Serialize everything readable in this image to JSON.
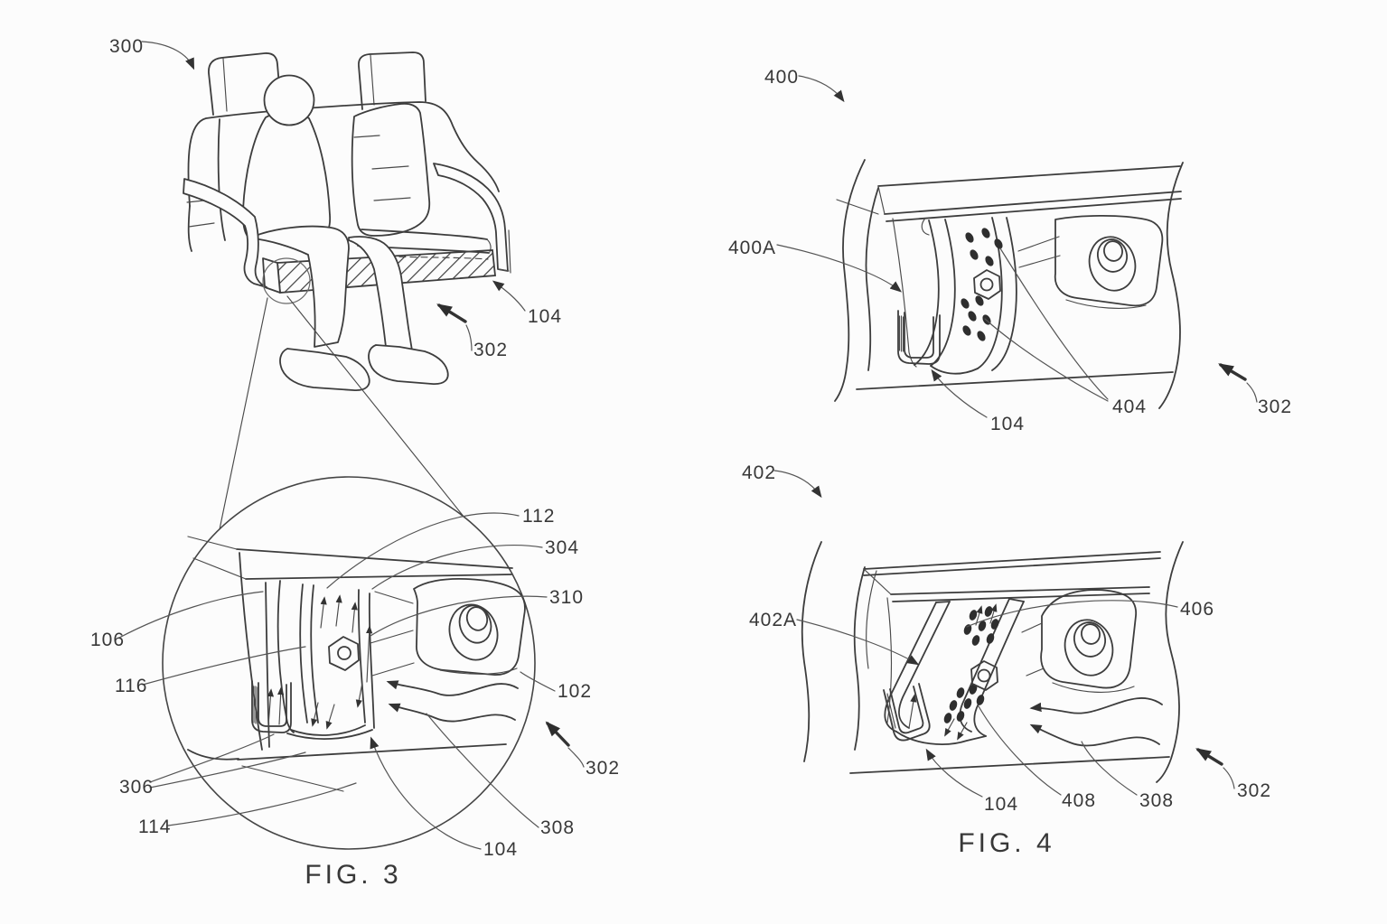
{
  "page": {
    "background": "#fcfcfc",
    "ink": "#3d3d3d"
  },
  "fig3": {
    "caption": "FIG. 3",
    "seat_labels": {
      "r300": "300",
      "r104": "104",
      "r302": "302"
    },
    "detail_labels": {
      "r112": "112",
      "r304": "304",
      "r310": "310",
      "r102": "102",
      "r302": "302",
      "r308": "308",
      "r104": "104",
      "r114": "114",
      "r306": "306",
      "r116": "116",
      "r106": "106"
    }
  },
  "fig4": {
    "caption": "FIG. 4",
    "upper_labels": {
      "r400": "400",
      "r400A": "400A",
      "r104": "104",
      "r404": "404",
      "r302": "302"
    },
    "lower_labels": {
      "r402": "402",
      "r402A": "402A",
      "r406": "406",
      "r104": "104",
      "r408": "408",
      "r308": "308",
      "r302": "302"
    }
  }
}
